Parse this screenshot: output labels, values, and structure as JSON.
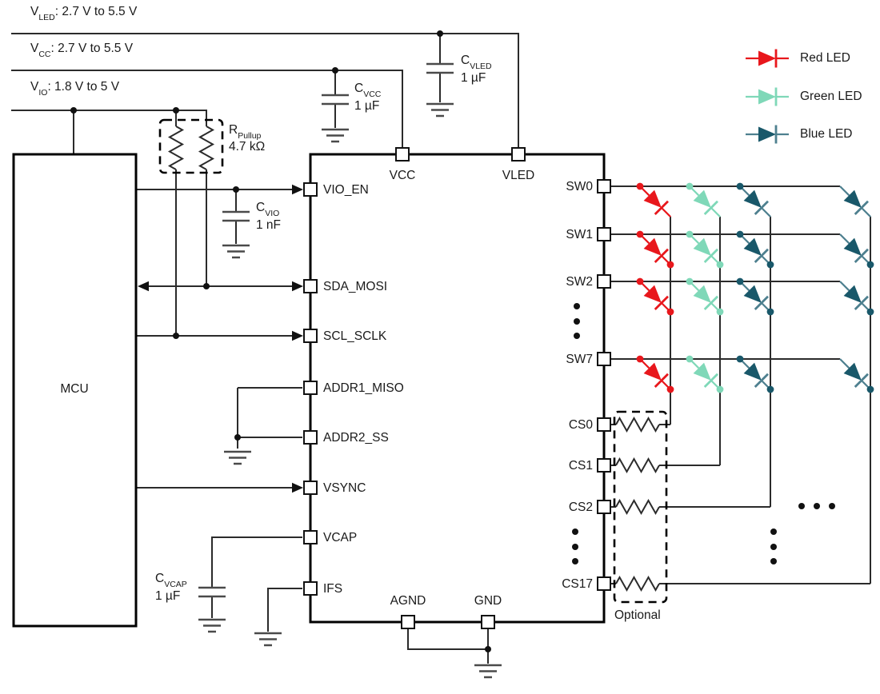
{
  "colors": {
    "red": "#e8171c",
    "green": "#7fd8b8",
    "blue": "#19586a",
    "blue_stroke": "#4e808f",
    "wire": "#2b2b2b",
    "symbol": "#4a4a4a"
  },
  "rails": {
    "vled": {
      "name": "V",
      "sub": "LED",
      "range": ": 2.7 V to 5.5 V"
    },
    "vcc": {
      "name": "V",
      "sub": "CC",
      "range": ": 2.7 V to 5.5 V"
    },
    "vio": {
      "name": "V",
      "sub": "IO",
      "range": ": 1.8 V to 5 V"
    }
  },
  "mcu": {
    "label": "MCU"
  },
  "components": {
    "r_pullup": {
      "name": "R",
      "sub": "Pullup",
      "value": "4.7 kΩ"
    },
    "c_vcc": {
      "name": "C",
      "sub": "VCC",
      "value": "1 µF"
    },
    "c_vled": {
      "name": "C",
      "sub": "VLED",
      "value": "1 µF"
    },
    "c_vio": {
      "name": "C",
      "sub": "VIO",
      "value": "1 nF"
    },
    "c_vcap": {
      "name": "C",
      "sub": "VCAP",
      "value": "1 µF"
    },
    "optional": "Optional"
  },
  "ic": {
    "pins": {
      "top": [
        "VCC",
        "VLED"
      ],
      "left": [
        "VIO_EN",
        "SDA_MOSI",
        "SCL_SCLK",
        "ADDR1_MISO",
        "ADDR2_SS",
        "VSYNC",
        "VCAP",
        "IFS"
      ],
      "bottom": [
        "AGND",
        "GND"
      ],
      "right_sw": [
        "SW0",
        "SW1",
        "SW2",
        "SW7"
      ],
      "right_cs": [
        "CS0",
        "CS1",
        "CS2",
        "CS17"
      ]
    }
  },
  "legend": [
    {
      "label": "Red LED"
    },
    {
      "label": "Green LED"
    },
    {
      "label": "Blue LED"
    }
  ]
}
